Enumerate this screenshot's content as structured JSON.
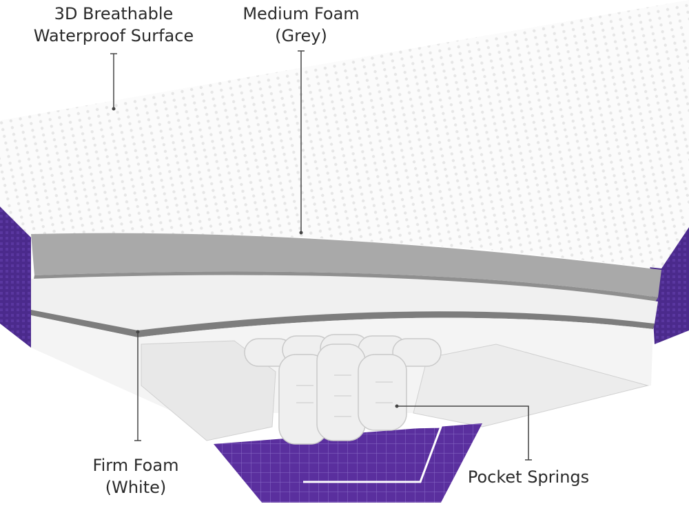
{
  "labels": {
    "surface": {
      "line1": "3D Breathable",
      "line2": "Waterproof Surface"
    },
    "medium_foam": {
      "line1": "Medium Foam",
      "line2": "(Grey)"
    },
    "firm_foam": {
      "line1": "Firm Foam",
      "line2": "(White)"
    },
    "pocket_springs": {
      "line1": "Pocket Springs"
    }
  },
  "colors": {
    "purple": "#4b2a8c",
    "grey_foam": "#a9a9a9",
    "white_foam": "#f2f2f2",
    "surface": "#fbfbfb",
    "leader": "#444444"
  }
}
